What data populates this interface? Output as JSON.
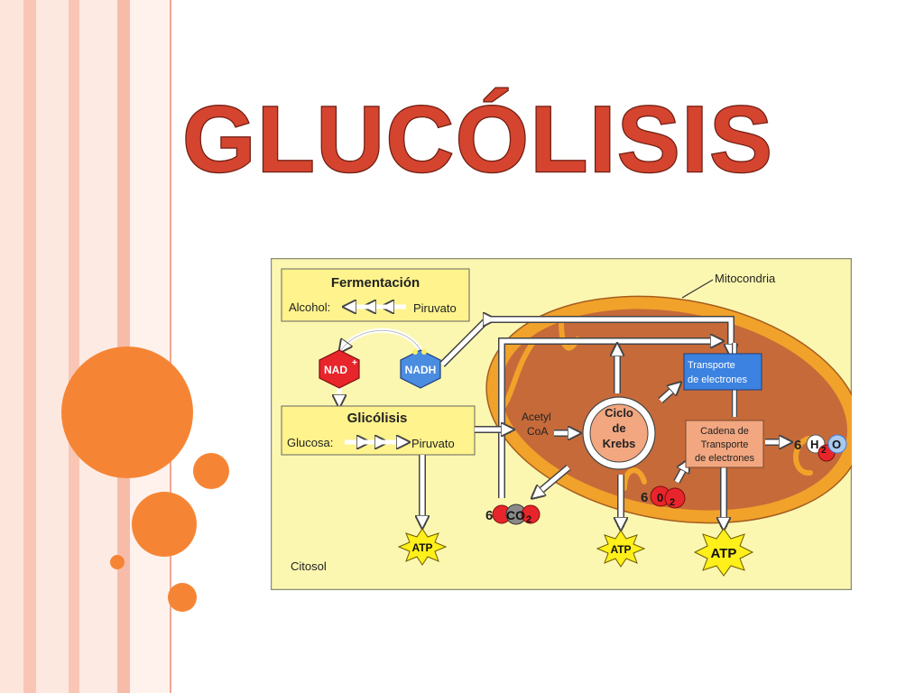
{
  "slide": {
    "title": "GLUCÓLISIS"
  },
  "diagram": {
    "fermentation": {
      "title": "Fermentación",
      "left_label": "Alcohol:",
      "right_label": "Piruvato"
    },
    "glycolysis": {
      "title": "Glicólisis",
      "left_label": "Glucosa:",
      "right_label": "Piruvato"
    },
    "nad": "NAD",
    "nad_sup": "+",
    "nadh": "NADH",
    "mitochondria_label": "Mitocondria",
    "acetyl_line1": "Acetyl",
    "acetyl_line2": "CoA",
    "krebs_line1": "Ciclo",
    "krebs_line2": "de",
    "krebs_line3": "Krebs",
    "transport_line1": "Transporte",
    "transport_line2": "de electrones",
    "chain_line1": "Cadena de",
    "chain_line2": "Transporte",
    "chain_line3": "de electrones",
    "co2_coef": "6",
    "co2_label": "CO",
    "co2_sub": "2",
    "o2_coef": "6",
    "o2_label": "0",
    "o2_sub": "2",
    "h2o_coef": "6",
    "h2o_h": "H",
    "h2o_sub": "2",
    "h2o_o": "O",
    "atp_1": "ATP",
    "atp_2": "ATP",
    "atp_3": "ATP",
    "cytosol_label": "Citosol"
  },
  "colors": {
    "title": "#d4442e",
    "accent_circles": "#f58535",
    "diagram_bg": "#fcf7b0",
    "mito_outer": "#f1a22a",
    "mito_inner": "#c66a3a",
    "fermentation_box": "#fef38c",
    "nad_red": "#e8252b",
    "nadh_blue": "#4a8ce0",
    "transport_blue": "#3c82e0",
    "chain_box": "#f2a780",
    "atp_yellow": "#ffef1a"
  }
}
